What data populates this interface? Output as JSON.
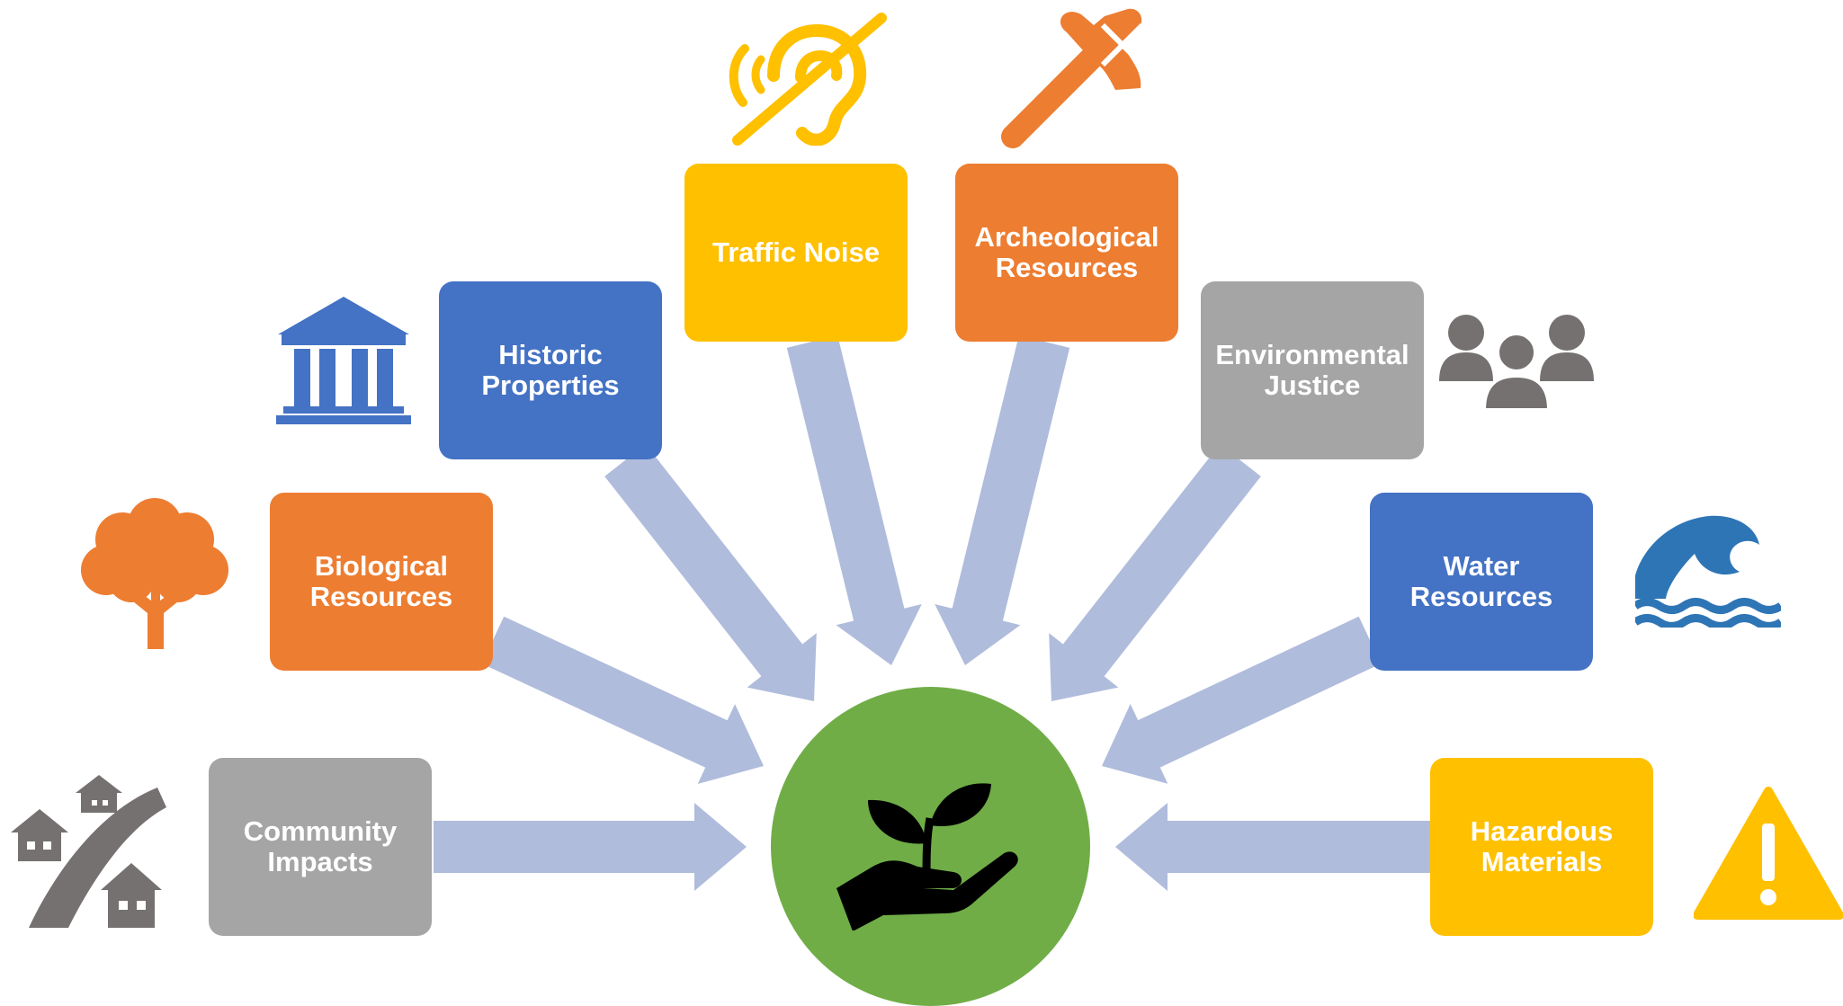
{
  "colors": {
    "arrow": "#b0bcdc",
    "hub": "#70ad47",
    "blue": "#4472c4",
    "orange": "#ed7d31",
    "gold": "#ffc000",
    "gray": "#a5a5a5",
    "icon_gray": "#767171",
    "water_blue": "#2e75b6"
  },
  "hub": {
    "icon": "plant-in-hand-icon"
  },
  "categories": [
    {
      "key": "traffic_noise",
      "label": "Traffic Noise",
      "color": "#ffc000",
      "icon": "hearing-disabled-icon"
    },
    {
      "key": "archeological",
      "label": "Archeological\nResources",
      "color": "#ed7d31",
      "icon": "pickaxe-icon"
    },
    {
      "key": "historic",
      "label": "Historic\nProperties",
      "color": "#4472c4",
      "icon": "classical-building-icon"
    },
    {
      "key": "environmental",
      "label": "Environmental\nJustice",
      "color": "#a5a5a5",
      "icon": "group-of-people-icon"
    },
    {
      "key": "biological",
      "label": "Biological\nResources",
      "color": "#ed7d31",
      "icon": "tree-icon"
    },
    {
      "key": "water",
      "label": "Water\nResources",
      "color": "#4472c4",
      "icon": "wave-icon"
    },
    {
      "key": "community",
      "label": "Community\nImpacts",
      "color": "#a5a5a5",
      "icon": "houses-along-road-icon"
    },
    {
      "key": "hazardous",
      "label": "Hazardous\nMaterials",
      "color": "#ffc000",
      "icon": "warning-icon"
    }
  ]
}
